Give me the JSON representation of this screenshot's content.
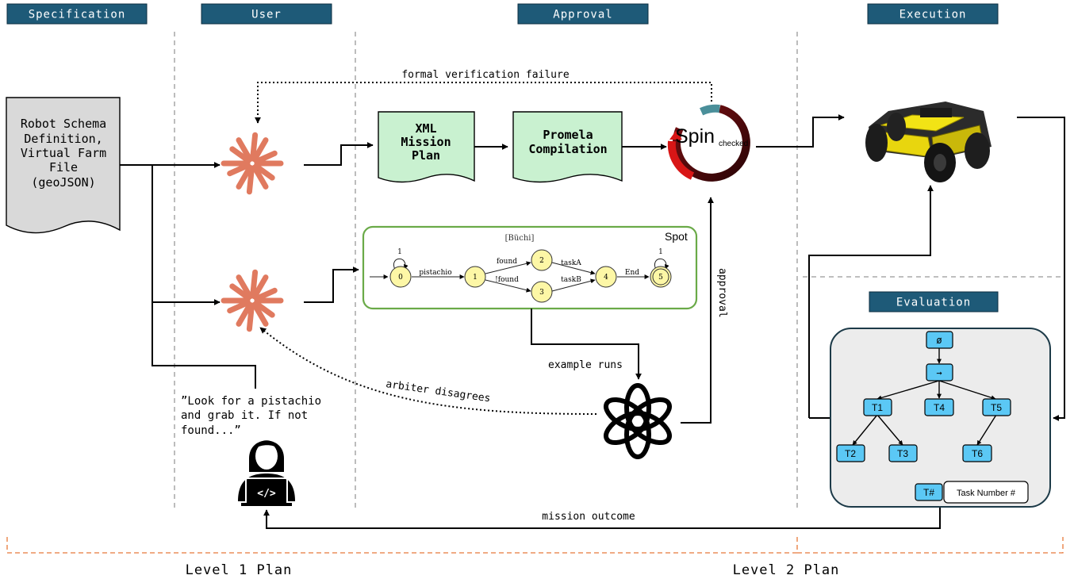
{
  "columns": {
    "specification": "Specification",
    "user": "User",
    "approval": "Approval",
    "execution": "Execution",
    "evaluation": "Evaluation"
  },
  "schema_doc": [
    "Robot Schema",
    "Definition,",
    "Virtual Farm",
    "File",
    "(geoJSON)"
  ],
  "xml_doc": [
    "XML",
    "Mission",
    "Plan"
  ],
  "promela_doc": [
    "Promela",
    "Compilation"
  ],
  "spin": {
    "title": "Spin",
    "subtitle": "checked"
  },
  "arrows": {
    "formal_verification_failure": "formal verification failure",
    "example_runs": "example runs",
    "arbiter_disagrees": "arbiter disagrees",
    "approval": "approval",
    "mission_outcome": "mission outcome"
  },
  "quote": [
    "”Look for a pistachio",
    "and grab it. If not",
    "found...”"
  ],
  "automaton": {
    "title": "[Büchi]",
    "tool": "Spot",
    "states": [
      "0",
      "1",
      "2",
      "3",
      "4",
      "5"
    ],
    "loops": [
      "1",
      "1"
    ],
    "edges": [
      "pistachio",
      "found",
      "!found",
      "taskA",
      "taskB",
      "End"
    ]
  },
  "tree": {
    "root": "ø",
    "seq": "→",
    "t1": "T1",
    "t4": "T4",
    "t5": "T5",
    "t2": "T2",
    "t3": "T3",
    "t6": "T6",
    "legend_key": "T#",
    "legend_label": "Task Number #"
  },
  "levels": {
    "level1": "Level 1 Plan",
    "level2": "Level 2 Plan"
  },
  "colors": {
    "header": "#1e5a78",
    "doc_green": "#c9f1d0",
    "doc_gray": "#d9d9d9",
    "star": "#e07a5f",
    "node_yellow": "#fdf7a6",
    "spot_border": "#6aaa48",
    "task_blue": "#5bc8f5",
    "eval_panel": "#ececec",
    "brace": "#e8793a"
  }
}
